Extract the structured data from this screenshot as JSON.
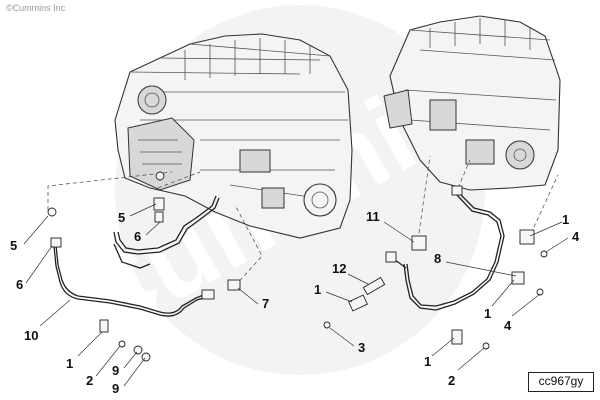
{
  "copyright": "©Cummins Inc",
  "watermark": "Cummins",
  "figure_id": "cc967gy",
  "callouts": {
    "c5a": "5",
    "c6a": "6",
    "c10": "10",
    "c1a": "1",
    "c2a": "2",
    "c9a": "9",
    "c9b": "9",
    "c5b": "5",
    "c6b": "6",
    "c7": "7",
    "c11": "11",
    "c12": "12",
    "c1b": "1",
    "c3": "3",
    "c8": "8",
    "c1c": "1",
    "c4a": "4",
    "c1d": "1",
    "c4b": "4",
    "c1e": "1",
    "c2b": "2"
  }
}
